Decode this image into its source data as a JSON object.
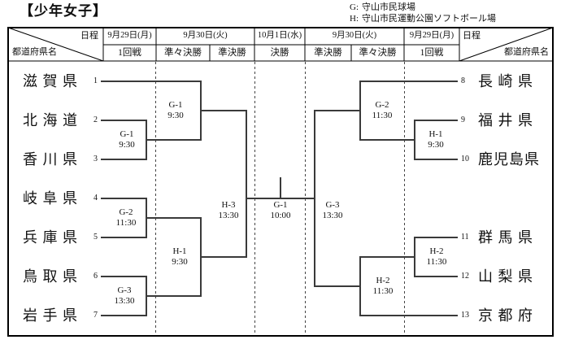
{
  "page": {
    "title": "【少年女子】"
  },
  "legend": {
    "g": {
      "code": "G:",
      "venue": "守山市民球場"
    },
    "h": {
      "code": "H:",
      "venue": "守山市民運動公園ソフトボール場"
    }
  },
  "header": {
    "schedule_label": "日程",
    "prefecture_label": "都道府県名",
    "dates": [
      "9月29日(月)",
      "9月30日(火)",
      "10月1日(水)",
      "9月30日(火)",
      "9月29日(月)"
    ],
    "rounds": [
      "1回戦",
      "準々決勝",
      "準決勝",
      "決勝",
      "準決勝",
      "準々決勝",
      "1回戦"
    ]
  },
  "teams": {
    "left": [
      {
        "seed": "1",
        "name": "滋 賀 県"
      },
      {
        "seed": "2",
        "name": "北 海 道"
      },
      {
        "seed": "3",
        "name": "香 川 県"
      },
      {
        "seed": "4",
        "name": "岐 阜 県"
      },
      {
        "seed": "5",
        "name": "兵 庫 県"
      },
      {
        "seed": "6",
        "name": "鳥 取 県"
      },
      {
        "seed": "7",
        "name": "岩 手 県"
      }
    ],
    "right": [
      {
        "seed": "8",
        "name": "長 崎 県"
      },
      {
        "seed": "9",
        "name": "福 井 県"
      },
      {
        "seed": "10",
        "name": "鹿児島県"
      },
      {
        "seed": "11",
        "name": "群 馬 県"
      },
      {
        "seed": "12",
        "name": "山 梨 県"
      },
      {
        "seed": "13",
        "name": "京 都 府"
      }
    ]
  },
  "matches": {
    "l_r1_1": {
      "game": "G-1",
      "time": "9:30"
    },
    "l_r1_2": {
      "game": "G-2",
      "time": "11:30"
    },
    "l_r1_3": {
      "game": "G-3",
      "time": "13:30"
    },
    "l_qf_1": {
      "game": "G-1",
      "time": "9:30"
    },
    "l_qf_2": {
      "game": "H-1",
      "time": "9:30"
    },
    "l_sf": {
      "game": "H-3",
      "time": "13:30"
    },
    "final": {
      "game": "G-1",
      "time": "10:00"
    },
    "r_sf": {
      "game": "G-3",
      "time": "13:30"
    },
    "r_qf_1": {
      "game": "G-2",
      "time": "11:30"
    },
    "r_qf_2": {
      "game": "H-2",
      "time": "11:30"
    },
    "r_r1_1": {
      "game": "H-1",
      "time": "9:30"
    },
    "r_r1_2": {
      "game": "H-2",
      "time": "11:30"
    }
  },
  "colors": {
    "bracket_line": "#3a3a3a",
    "border": "#000000",
    "text": "#111111"
  }
}
